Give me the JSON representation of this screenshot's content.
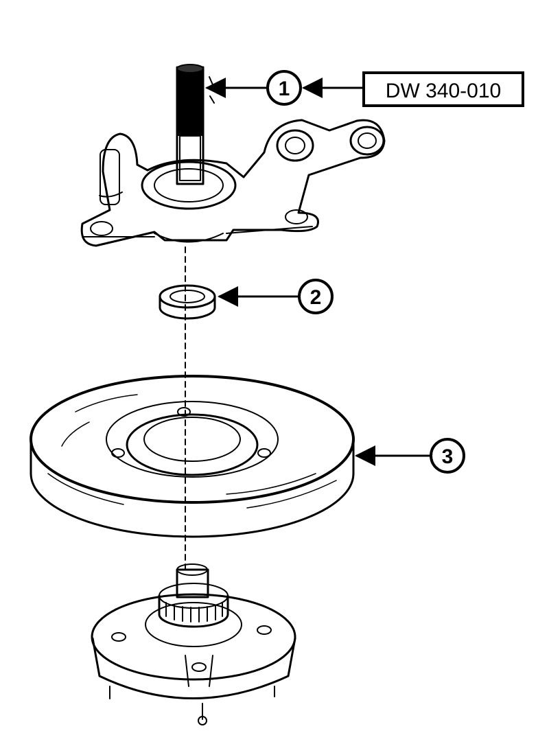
{
  "tool_label": "DW 340-010",
  "callouts": [
    {
      "number": "1",
      "part": "shaft-tool"
    },
    {
      "number": "2",
      "part": "bearing-ring"
    },
    {
      "number": "3",
      "part": "brake-disc"
    }
  ],
  "colors": {
    "ink": "#000000",
    "paper": "#ffffff"
  }
}
